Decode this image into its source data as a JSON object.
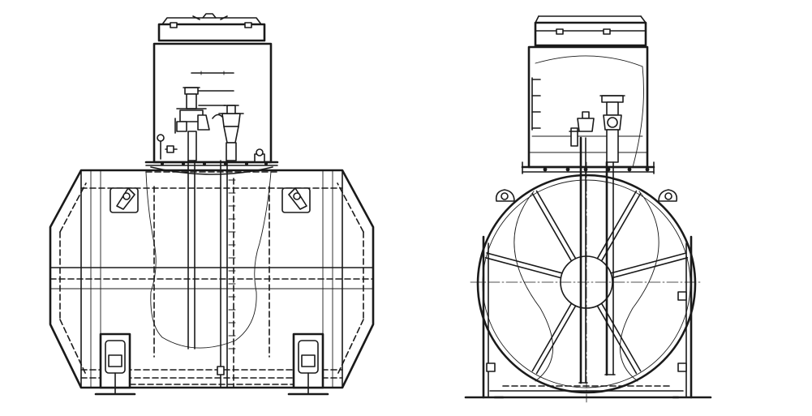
{
  "drawing": {
    "views": [
      {
        "id": "side-view",
        "description_label": ""
      },
      {
        "id": "end-view",
        "description_label": ""
      }
    ],
    "side_view": {
      "level_gauge_ticks": 7,
      "wall_ladder_rungs": 14
    },
    "end_view": {
      "sight_scale_ticks": 4,
      "stiffener_ribs": 6
    }
  }
}
